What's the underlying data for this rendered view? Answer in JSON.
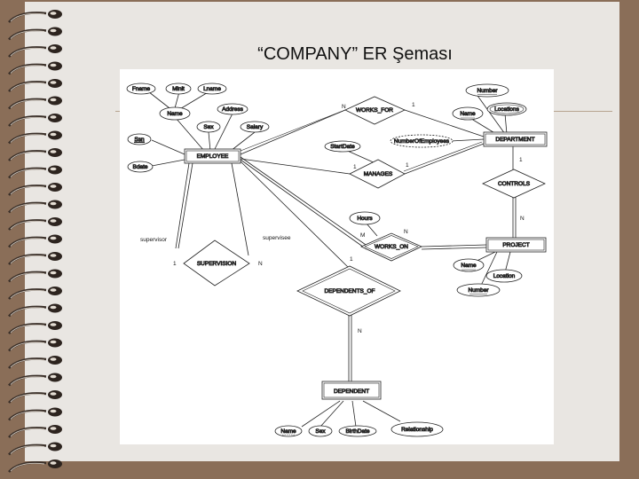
{
  "slide": {
    "title": "“COMPANY” ER Şeması"
  },
  "diagram": {
    "entities": {
      "employee": "EMPLOYEE",
      "department": "DEPARTMENT",
      "project": "PROJECT",
      "dependent": "DEPENDENT"
    },
    "relationships": {
      "works_for": "WORKS_FOR",
      "manages": "MANAGES",
      "controls": "CONTROLS",
      "works_on": "WORKS_ON",
      "supervision": "SUPERVISION",
      "dependents_of": "DEPENDENTS_OF"
    },
    "attributes": {
      "fname": "Fname",
      "minit": "Minit",
      "lname": "Lname",
      "name": "Name",
      "address": "Address",
      "sex": "Sex",
      "salary": "Salary",
      "ssn": "Ssn",
      "bdate": "Bdate",
      "number": "Number",
      "dept_name": "Name",
      "locations": "Locations",
      "number_of_employees": "NumberOfEmployees",
      "start_date": "StartDate",
      "hours": "Hours",
      "proj_name": "Name",
      "proj_location": "Location",
      "proj_number": "Number",
      "dep_name": "Name",
      "dep_sex": "Sex",
      "birth_date": "BirthDate",
      "relationship": "Relationship"
    },
    "cardinalities": {
      "wf_n": "N",
      "wf_1": "1",
      "mg_1a": "1",
      "mg_1b": "1",
      "ct_1": "1",
      "ct_n": "N",
      "wo_m": "M",
      "wo_n": "N",
      "sv_1": "1",
      "sv_n": "N",
      "do_1": "1",
      "do_n": "N"
    },
    "roles": {
      "supervisor": "supervisor",
      "supervisee": "supervisee"
    }
  }
}
